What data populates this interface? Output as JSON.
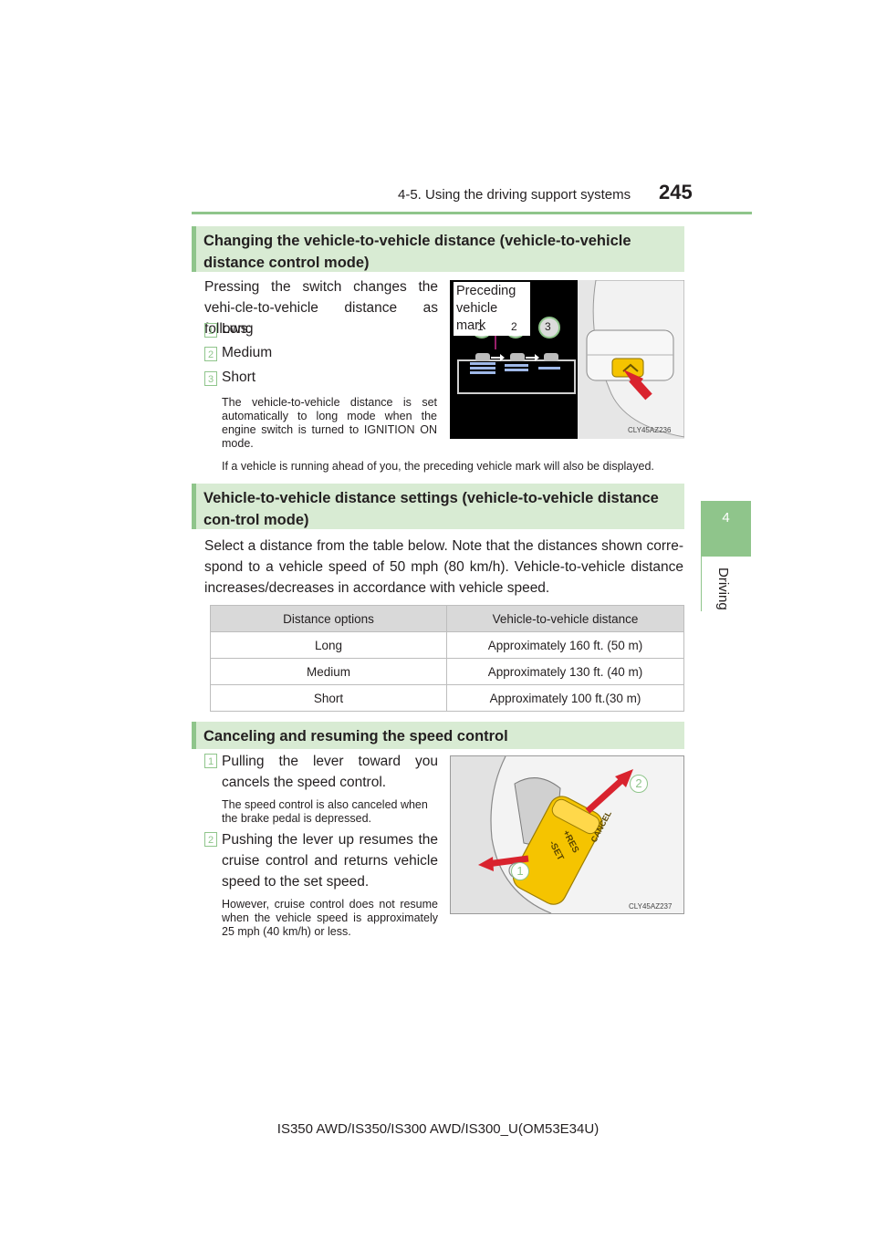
{
  "header": {
    "section_title": "4-5. Using the driving support systems",
    "page_number": "245"
  },
  "side_tab": {
    "number": "4",
    "label": "Driving"
  },
  "section1": {
    "heading": "Changing the vehicle-to-vehicle distance (vehicle-to-vehicle distance control mode)",
    "intro": "Pressing the switch changes the vehi-cle-to-vehicle distance as follows:",
    "items": [
      {
        "num": "1",
        "label": "Long"
      },
      {
        "num": "2",
        "label": "Medium"
      },
      {
        "num": "3",
        "label": "Short"
      }
    ],
    "note": "The vehicle-to-vehicle distance is set automatically to long mode when the engine switch is turned to IGNITION ON mode.",
    "note2": "If a vehicle is running ahead of you, the preceding vehicle mark will also be displayed.",
    "figure": {
      "callout_line1": "Preceding",
      "callout_line2": "vehicle mark",
      "numbers": [
        "1",
        "2",
        "3"
      ],
      "code": "CLY45AZ236"
    }
  },
  "section2": {
    "heading": "Vehicle-to-vehicle distance settings (vehicle-to-vehicle distance con-trol mode)",
    "intro": "Select a distance from the table below. Note that the distances shown corre-spond to a vehicle speed of 50 mph (80 km/h). Vehicle-to-vehicle distance increases/decreases in accordance with vehicle speed.",
    "table": {
      "headers": [
        "Distance options",
        "Vehicle-to-vehicle distance"
      ],
      "rows": [
        [
          "Long",
          "Approximately 160 ft. (50 m)"
        ],
        [
          "Medium",
          "Approximately 130 ft. (40 m)"
        ],
        [
          "Short",
          "Approximately 100 ft.(30 m)"
        ]
      ]
    }
  },
  "section3": {
    "heading": "Canceling and resuming the speed control",
    "items": [
      {
        "num": "1",
        "text": "Pulling the lever toward you cancels the speed control.",
        "note": "The speed control is also canceled when the brake pedal is depressed."
      },
      {
        "num": "2",
        "text": "Pushing the lever up resumes the cruise control and returns vehicle speed to the set speed.",
        "note": "However, cruise control does not resume when the vehicle speed is approximately 25 mph (40 km/h) or less."
      }
    ],
    "figure": {
      "numbers": [
        "1",
        "2"
      ],
      "lever_text_1": "CANCEL",
      "lever_text_2": "+RES",
      "lever_text_3": "-SET",
      "code": "CLY45AZ237"
    }
  },
  "colors": {
    "accent_green": "#8fc58b",
    "heading_bg": "#d8ebd3",
    "arrow_red": "#d9232e",
    "switch_yellow": "#f5c400"
  },
  "footer": {
    "text": "IS350 AWD/IS350/IS300 AWD/IS300_U(OM53E34U)"
  }
}
